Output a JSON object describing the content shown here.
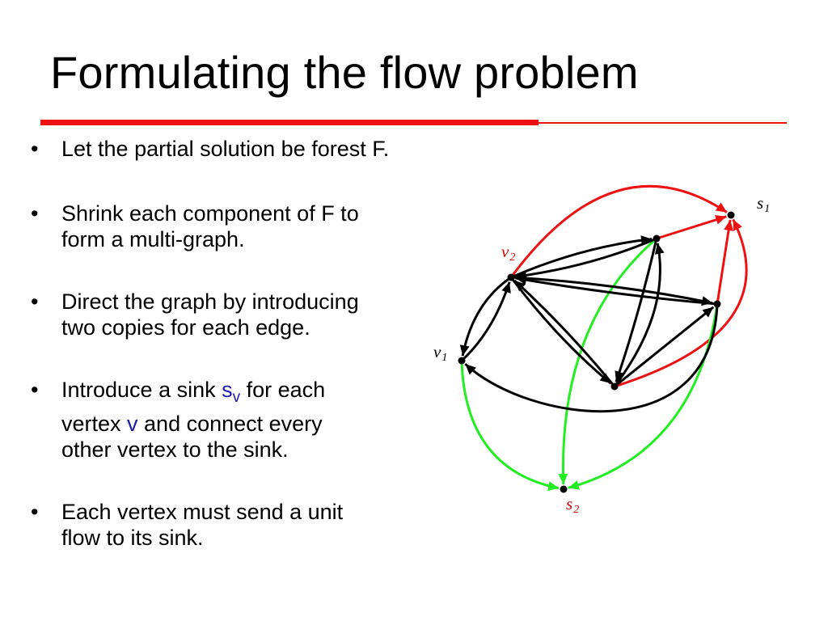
{
  "title": "Formulating the flow problem",
  "bullets": [
    {
      "text": "Let the partial solution be forest F."
    },
    {
      "line1": "Shrink each component of F to",
      "line2": "form a multi-graph."
    },
    {
      "line1": "Direct the graph by introducing",
      "line2": "two copies for each edge."
    },
    {
      "pre": "Introduce a sink ",
      "sink_base": "s",
      "sink_sub": "v",
      "post": " for each",
      "line2_pre": "vertex ",
      "vertex": "v",
      "line2_post": " and connect every",
      "line3": "other vertex to the sink."
    },
    {
      "line1": "Each vertex must send a unit",
      "line2": "flow to its sink."
    }
  ],
  "bullet_glyph": "•",
  "diagram": {
    "colors": {
      "black": "#000000",
      "red": "#ee1111",
      "green": "#22ee22",
      "label_red": "#dd0000"
    },
    "nodes": [
      {
        "id": "s1",
        "base": "s",
        "sub": "1",
        "color": "black"
      },
      {
        "id": "v2",
        "base": "v",
        "sub": "2",
        "color": "label_red"
      },
      {
        "id": "v1",
        "base": "v",
        "sub": "1",
        "color": "black"
      },
      {
        "id": "s2",
        "base": "s",
        "sub": "2",
        "color": "label_red"
      },
      {
        "id": "a",
        "base": "",
        "sub": ""
      },
      {
        "id": "b",
        "base": "",
        "sub": ""
      },
      {
        "id": "c",
        "base": "",
        "sub": ""
      }
    ],
    "edges": [
      {
        "from": "v2",
        "to": "s1",
        "color": "red"
      },
      {
        "from": "a",
        "to": "s1",
        "color": "red"
      },
      {
        "from": "b",
        "to": "s1",
        "color": "red"
      },
      {
        "from": "c",
        "to": "s1",
        "color": "red"
      },
      {
        "from": "v1",
        "to": "s2",
        "color": "green"
      },
      {
        "from": "a",
        "to": "s2",
        "color": "green"
      },
      {
        "from": "b",
        "to": "s2",
        "color": "green"
      },
      {
        "from": "v2",
        "to": "a",
        "color": "black"
      },
      {
        "from": "a",
        "to": "v2",
        "color": "black"
      },
      {
        "from": "v2",
        "to": "b",
        "color": "black"
      },
      {
        "from": "b",
        "to": "v2",
        "color": "black"
      },
      {
        "from": "v2",
        "to": "c",
        "color": "black"
      },
      {
        "from": "c",
        "to": "v2",
        "color": "black"
      },
      {
        "from": "v2",
        "to": "v1",
        "color": "black"
      },
      {
        "from": "v1",
        "to": "v2",
        "color": "black"
      },
      {
        "from": "a",
        "to": "c",
        "color": "black"
      },
      {
        "from": "c",
        "to": "a",
        "color": "black"
      },
      {
        "from": "c",
        "to": "b",
        "color": "black"
      },
      {
        "from": "b",
        "to": "v1",
        "color": "black"
      }
    ]
  }
}
